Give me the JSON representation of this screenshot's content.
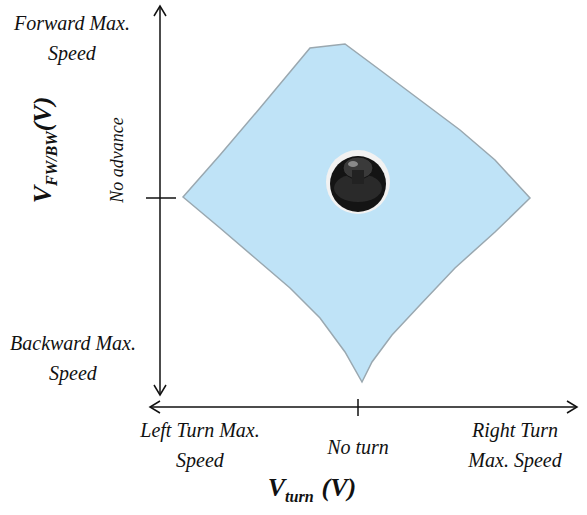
{
  "diagram": {
    "labels": [
      "Forward Max. Speed",
      "No advance",
      "Backward Max. Speed",
      "Left Turn Max. Speed",
      "No turn",
      "Right Turn Max. Speed",
      "V",
      "FW/BW",
      "(V)",
      "V",
      "turn",
      "(V)"
    ]
  }
}
